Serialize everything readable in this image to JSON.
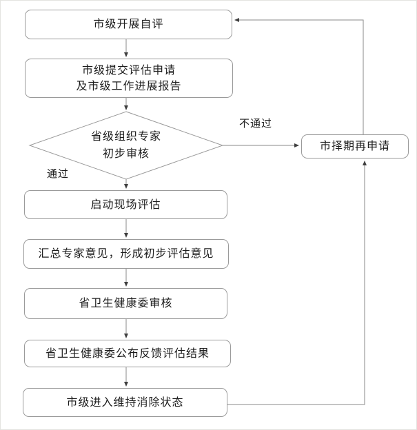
{
  "diagram": {
    "type": "flowchart",
    "colors": {
      "background": "#ffffff",
      "box_border": "#9a9a9a",
      "connector_line": "#8a8a8a",
      "arrowhead": "#3f3f3f",
      "text": "#1c1c1c"
    },
    "nodes": {
      "self_eval": {
        "label": "市级开展自评"
      },
      "submit": {
        "line1": "市级提交评估申请",
        "line2": "及市级工作进展报告"
      },
      "preliminary_review": {
        "line1": "省级组织专家",
        "line2": "初步审核"
      },
      "reapply": {
        "label": "市择期再申请"
      },
      "onsite_eval": {
        "label": "启动现场评估"
      },
      "summarize": {
        "label": "汇总专家意见，形成初步评估意见"
      },
      "commission_review": {
        "label": "省卫生健康委审核"
      },
      "publish_results": {
        "label": "省卫生健康委公布反馈评估结果"
      },
      "maintain_status": {
        "label": "市级进入维持消除状态"
      }
    },
    "edge_labels": {
      "pass": "通过",
      "fail": "不通过"
    }
  }
}
